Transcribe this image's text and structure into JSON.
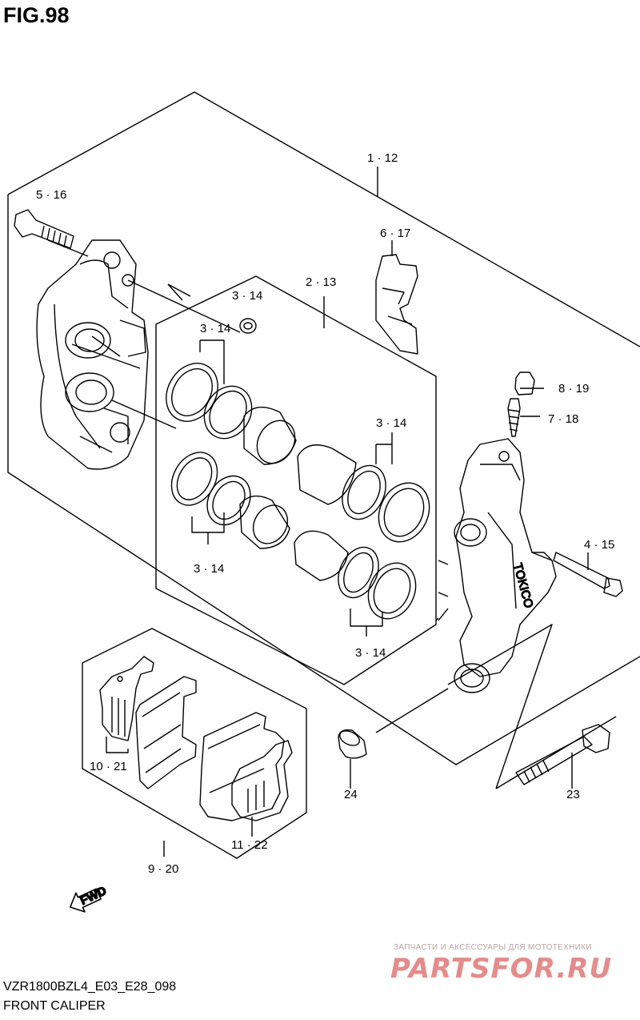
{
  "figure": {
    "title": "FIG.98",
    "code": "VZR1800BZL4_E03_E28_098",
    "name": "FRONT CALIPER"
  },
  "callouts": [
    {
      "id": "c1",
      "text": "1 · 12"
    },
    {
      "id": "c2",
      "text": "2 · 13"
    },
    {
      "id": "c3a",
      "text": "3 · 14"
    },
    {
      "id": "c3b",
      "text": "3 · 14"
    },
    {
      "id": "c3c",
      "text": "3 · 14"
    },
    {
      "id": "c3d",
      "text": "3 · 14"
    },
    {
      "id": "c3e",
      "text": "3 · 14"
    },
    {
      "id": "c4",
      "text": "4 · 15"
    },
    {
      "id": "c5",
      "text": "5 · 16"
    },
    {
      "id": "c6",
      "text": "6 · 17"
    },
    {
      "id": "c7",
      "text": "7 · 18"
    },
    {
      "id": "c8",
      "text": "8 · 19"
    },
    {
      "id": "c9",
      "text": "9 · 20"
    },
    {
      "id": "c10",
      "text": "10 · 21"
    },
    {
      "id": "c11",
      "text": "11 · 22"
    },
    {
      "id": "c23",
      "text": "23"
    },
    {
      "id": "c24",
      "text": "24"
    }
  ],
  "caliper_brand": "TOKICO",
  "fwd_arrow": {
    "label": "FWD",
    "icon": "fwd-arrow-icon"
  },
  "watermark": {
    "small": "ЗАПЧАСТИ И АКСЕССУАРЫ ДЛЯ МОТОТЕХНИКИ",
    "big": "PARTSFOR.RU",
    "color": "#e58b8b"
  }
}
